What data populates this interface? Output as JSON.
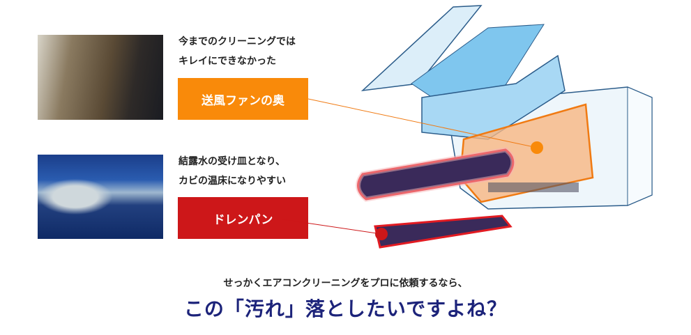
{
  "items": [
    {
      "desc_line1": "今までのクリーニングでは",
      "desc_line2": "キレイにできなかった",
      "tag": "送風ファンの奥",
      "color": "#f98a0a"
    },
    {
      "desc_line1": "結露水の受け皿となり、",
      "desc_line2": "カビの温床になりやすい",
      "tag": "ドレンパン",
      "color": "#cd1719"
    }
  ],
  "footer": {
    "subtitle": "せっかくエアコンクリーニングをプロに依頼するなら、",
    "headline": "この「汚れ」落としたいですよね？"
  }
}
